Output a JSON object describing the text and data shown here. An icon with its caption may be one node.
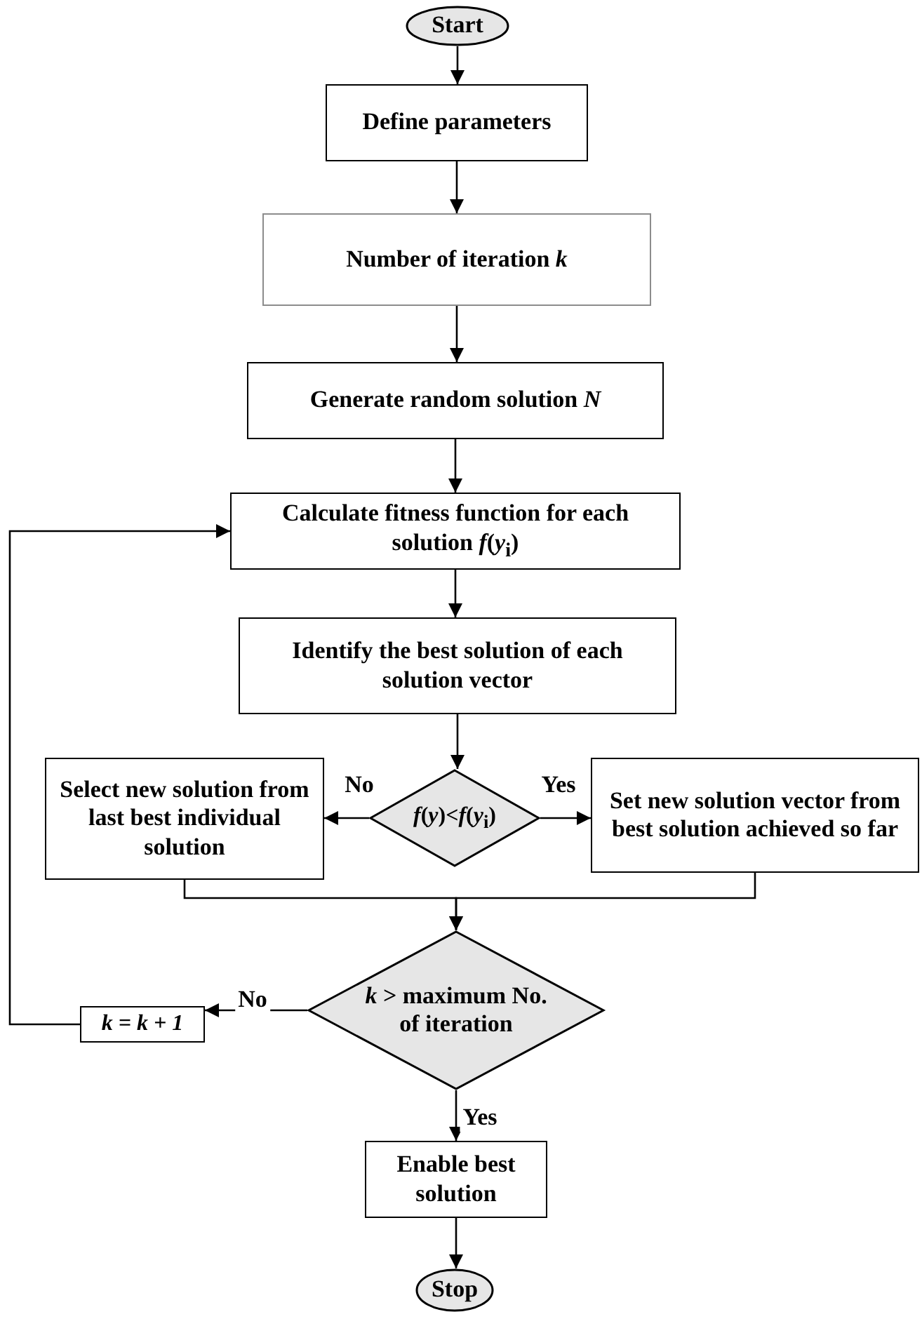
{
  "diagram": {
    "nodes": [
      {
        "text": [
          "Start"
        ]
      },
      {
        "text": [
          "Define  parameters"
        ]
      },
      {
        "text": [
          "Number of iteration *k*"
        ]
      },
      {
        "text": [
          "Generate random solution *N*"
        ]
      },
      {
        "text": [
          "Calculate fitness function  for each solution *f*(*y*$_{i}$)"
        ]
      },
      {
        "text": [
          "Identify the best solution of each solution vector"
        ]
      },
      {
        "text": [
          "*f*(*y*)<*f*(*y*$_{i}$)"
        ]
      },
      {
        "text": [
          "Select new solution from last best individual solution"
        ]
      },
      {
        "text": [
          "Set new solution vector from best solution achieved so far"
        ]
      },
      {
        "text": [
          "*k* > maximum No. of iteration"
        ]
      },
      {
        "text": [
          "k = k + 1"
        ]
      },
      {
        "text": [
          "Enable best solution"
        ]
      },
      {
        "text": [
          "Stop"
        ]
      }
    ],
    "edges": [
      {
        "from": 0,
        "to": 1,
        "arrow": "to"
      },
      {
        "from": 1,
        "to": 2,
        "arrow": "to"
      },
      {
        "from": 2,
        "to": 3,
        "arrow": "to"
      },
      {
        "from": 3,
        "to": 4,
        "arrow": "to"
      },
      {
        "from": 4,
        "to": 5,
        "arrow": "to"
      },
      {
        "from": 5,
        "to": 6,
        "arrow": "to"
      },
      {
        "from": 6,
        "to": 7,
        "arrow": "to",
        "label": "No"
      },
      {
        "from": 6,
        "to": 8,
        "arrow": "to",
        "label": "Yes"
      },
      {
        "from": 7,
        "to": 9,
        "arrow": "to"
      },
      {
        "from": 8,
        "to": 9,
        "arrow": "to"
      },
      {
        "from": 9,
        "to": 10,
        "arrow": "to",
        "label": "No"
      },
      {
        "from": 10,
        "to": 4,
        "arrow": "to"
      },
      {
        "from": 9,
        "to": 11,
        "arrow": "to",
        "label": "Yes"
      },
      {
        "from": 11,
        "to": 12,
        "arrow": "to"
      }
    ]
  }
}
